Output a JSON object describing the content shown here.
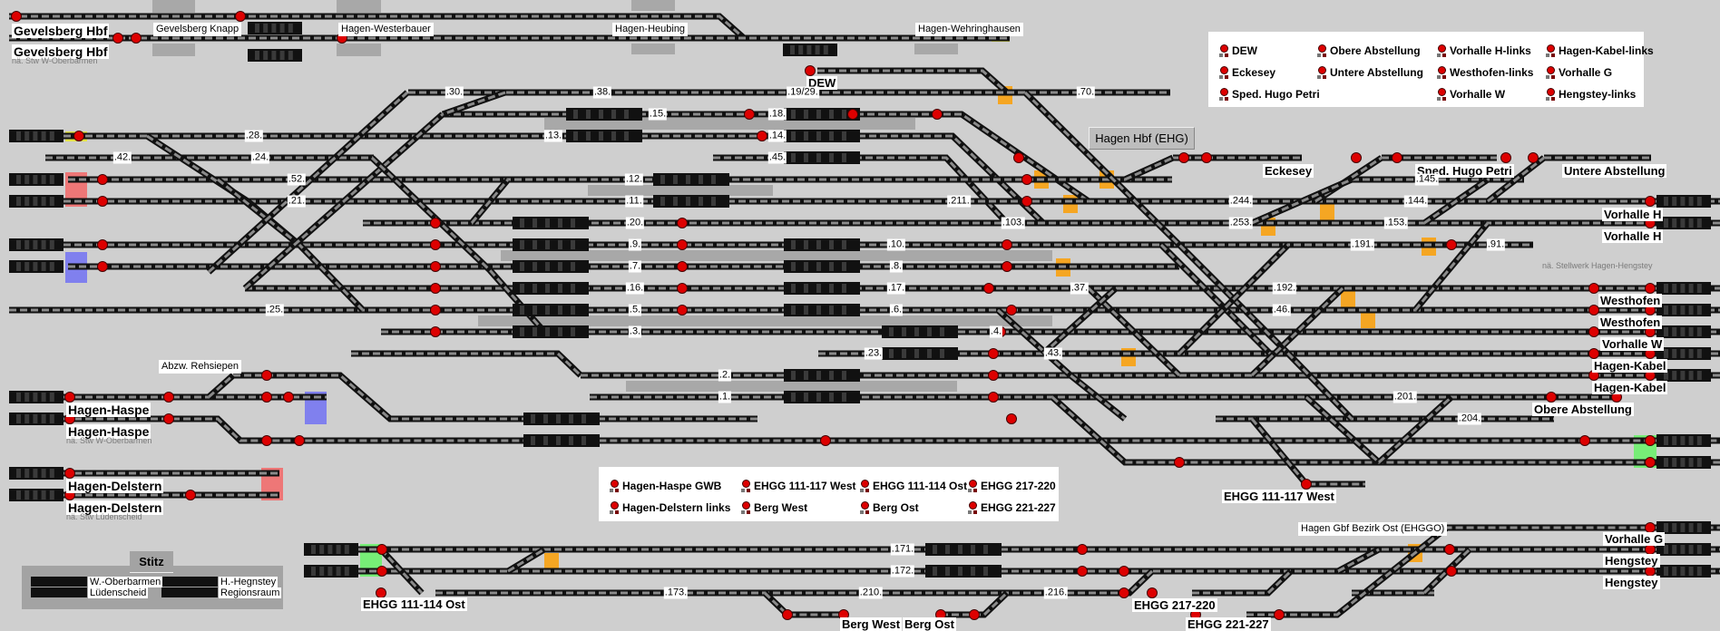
{
  "stations": {
    "gevelsberg_hbf_1": "Gevelsberg Hbf",
    "gevelsberg_hbf_2": "Gevelsberg Hbf",
    "gevelsberg_sub": "nä. Stw W-Oberbarmen",
    "gevelsberg_knapp": "Gevelsberg Knapp",
    "hagen_westerbauer": "Hagen-Westerbauer",
    "hagen_heubing": "Hagen-Heubing",
    "hagen_wehringhausen": "Hagen-Wehringhausen",
    "dew": "DEW",
    "hagen_hbf": "Hagen Hbf (EHG)",
    "eckesey": "Eckesey",
    "sped_hugo_petri": "Sped. Hugo Petri",
    "untere_abstellung": "Untere Abstellung",
    "vorhalle_h_1": "Vorhalle H",
    "vorhalle_h_2": "Vorhalle H",
    "hengstey_sub": "nä. Stellwerk Hagen-Hengstey",
    "westhofen_1": "Westhofen",
    "westhofen_2": "Westhofen",
    "vorhalle_w": "Vorhalle W",
    "hagen_kabel_1": "Hagen-Kabel",
    "hagen_kabel_2": "Hagen-Kabel",
    "obere_abstellung": "Obere Abstellung",
    "ehgg_111_117_west": "EHGG 111-117 West",
    "abzw_rehsiepen": "Abzw. Rehsiepen",
    "hagen_haspe_1": "Hagen-Haspe",
    "hagen_haspe_2": "Hagen-Haspe",
    "haspe_sub": "nä. Stw W-Oberbarmen",
    "hagen_delstern_1": "Hagen-Delstern",
    "hagen_delstern_2": "Hagen-Delstern",
    "delstern_sub": "nä. Stw Lüdenscheid",
    "gbf_bezirk_ost": "Hagen Gbf Bezirk Ost (EHGGO)",
    "vorhalle_g": "Vorhalle G",
    "hengstey_1": "Hengstey",
    "hengstey_2": "Hengstey",
    "ehgg_111_114_ost": "EHGG 111-114 Ost",
    "ehgg_217_220": "EHGG 217-220",
    "ehgg_221_227": "EHGG 221-227",
    "berg_west": "Berg West",
    "berg_ost": "Berg Ost"
  },
  "track_labels": [
    ".30.",
    ".38.",
    ".19/29.",
    ".70.",
    ".15.",
    ".18.",
    ".28.",
    ".13.",
    ".14.",
    ".42.",
    ".24.",
    ".45.",
    ".52.",
    ".12.",
    ".21.",
    ".11.",
    ".211.",
    ".244.",
    ".144.",
    ".20.",
    ".103.",
    ".253.",
    ".153.",
    ".9.",
    ".10.",
    ".191.",
    ".91.",
    ".7.",
    ".8.",
    ".16.",
    ".17.",
    ".37.",
    ".192.",
    ".25.",
    ".5.",
    ".6.",
    ".46.",
    ".3.",
    ".4.",
    ".23.",
    ".43.",
    ".2.",
    ".1.",
    ".201.",
    ".204.",
    ".171.",
    ".172.",
    ".173.",
    ".210.",
    ".216.",
    ".145."
  ],
  "legend_top": [
    "DEW",
    "Eckesey",
    "Sped. Hugo Petri",
    "Obere Abstellung",
    "Untere Abstellung",
    "Vorhalle H-links",
    "Westhofen-links",
    "Vorhalle W",
    "Hagen-Kabel-links",
    "Vorhalle G",
    "Hengstey-links"
  ],
  "legend_bottom": [
    "Hagen-Haspe GWB",
    "Hagen-Delstern links",
    "EHGG 111-117 West",
    "Berg West",
    "EHGG 111-114 Ost",
    "Berg Ost",
    "EHGG 217-220",
    "EHGG 221-227"
  ],
  "stitz": {
    "title": "Stitz",
    "left_1": "W.-Oberbarmen",
    "left_2": "Lüdenscheid",
    "right_1": "H.-Hegnstey",
    "right_2": "Regionsraum"
  },
  "colors": {
    "background": "#cfcfcf",
    "signal_red": "#dd0000",
    "signal_green": "#1f6b2a",
    "occupied_yellow": "#e4e44a",
    "route_red": "#ee7777",
    "route_blue": "#8080ee",
    "route_green": "#77ee77",
    "switch_orange": "#f5a623"
  }
}
